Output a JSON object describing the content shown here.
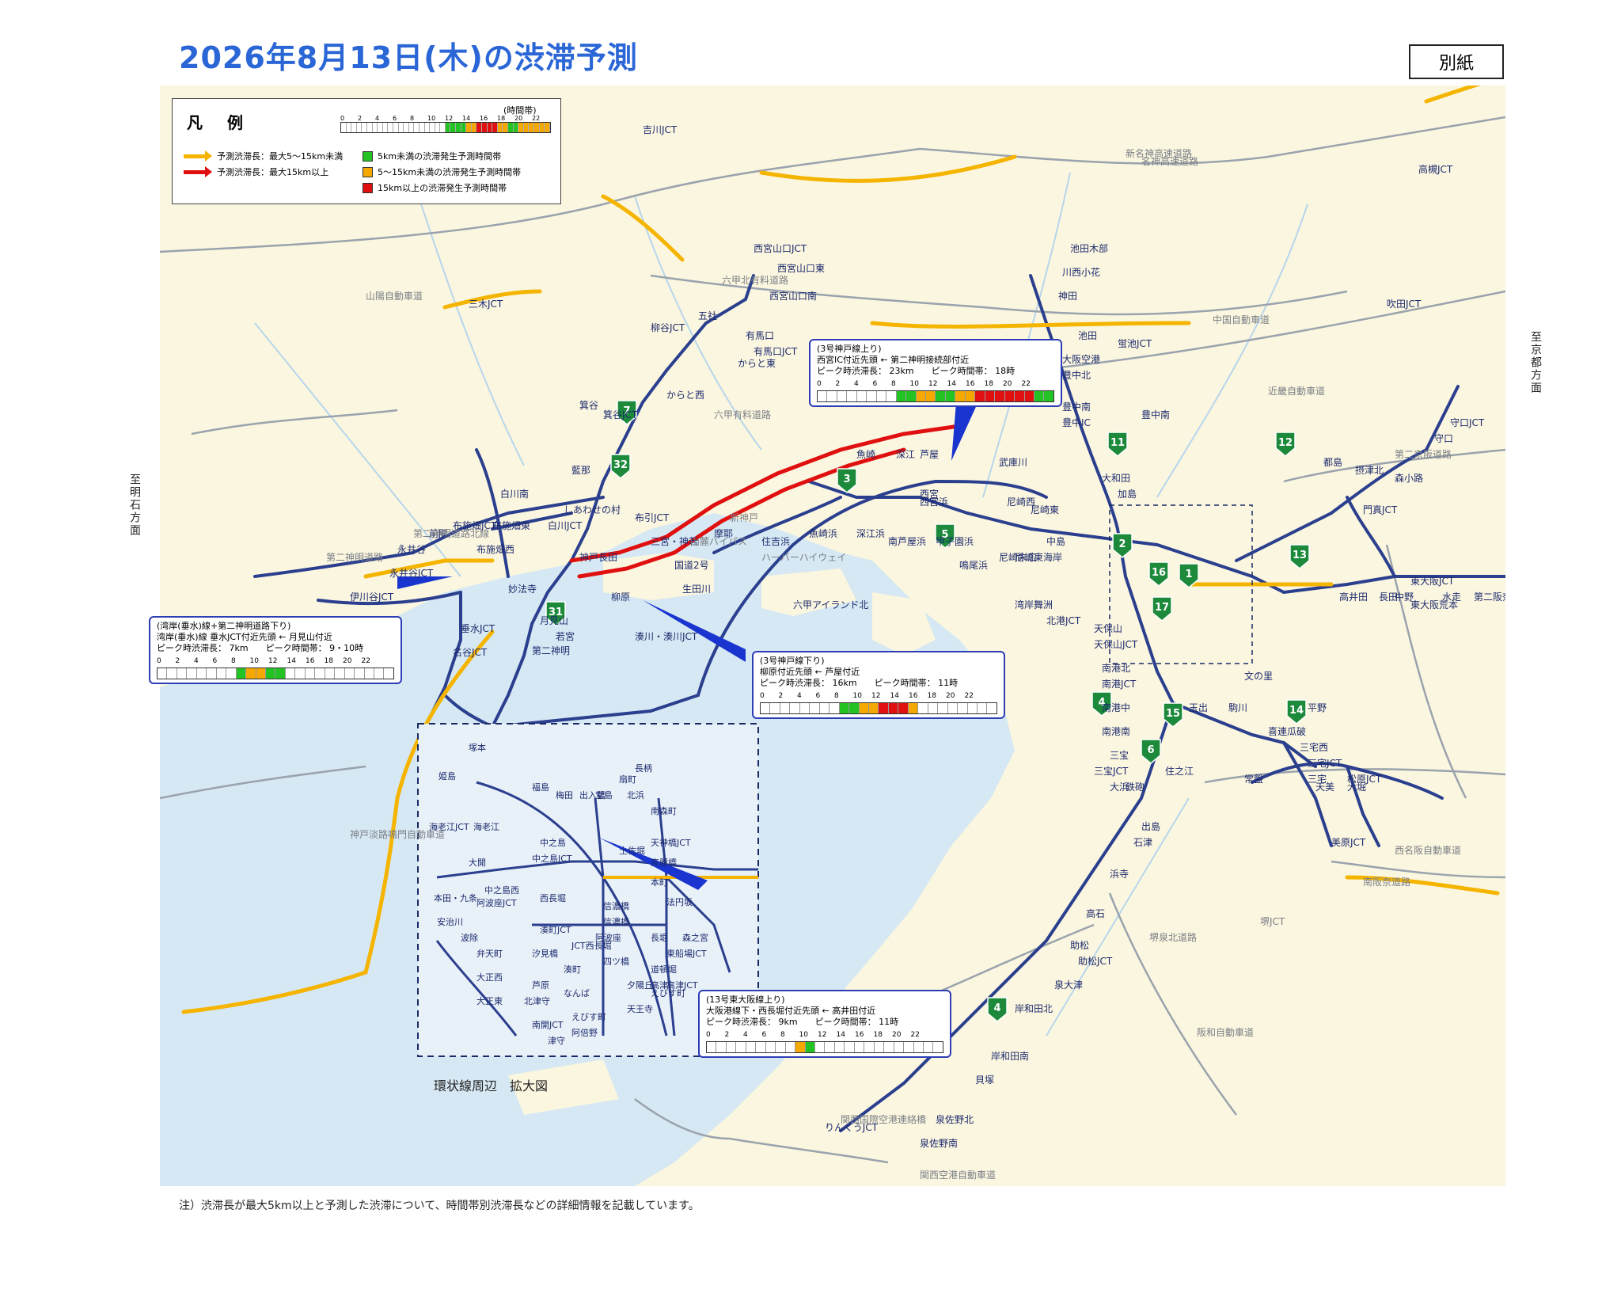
{
  "header": {
    "title": "2026年8月13日(木)の渋滞予測",
    "attachment": "別紙"
  },
  "side_labels": {
    "left": "至明石方面",
    "right": "至京都方面"
  },
  "legend": {
    "title": "凡 例",
    "hours_label": "(時間帯)",
    "hours": [
      "0",
      "2",
      "4",
      "6",
      "8",
      "10",
      "12",
      "14",
      "16",
      "18",
      "20",
      "22"
    ],
    "sample_cells": [
      "w",
      "w",
      "w",
      "w",
      "w",
      "w",
      "w",
      "w",
      "w",
      "w",
      "w",
      "w",
      "w",
      "w",
      "w",
      "w",
      "w",
      "w",
      "w",
      "w",
      "g",
      "g",
      "g",
      "g",
      "o",
      "o",
      "r",
      "r",
      "r",
      "r",
      "o",
      "o",
      "g",
      "g",
      "o",
      "o",
      "o",
      "o",
      "o",
      "o"
    ],
    "arrow_items": [
      {
        "color": "#f5b400",
        "label": "予測渋滞長：最大5～15km未満"
      },
      {
        "color": "#e01010",
        "label": "予測渋滞長：最大15km以上"
      }
    ],
    "box_items": [
      {
        "color": "#22c322",
        "label": "5km未満の渋滞発生予測時間帯"
      },
      {
        "color": "#f5a800",
        "label": "5～15km未満の渋滞発生予測時間帯"
      },
      {
        "color": "#e01010",
        "label": "15km以上の渋滞発生予測時間帯"
      }
    ]
  },
  "callouts": [
    {
      "id": "kobe-up",
      "lines": [
        "(3号神戸線上り)",
        "西宮IC付近先頭 ← 第二神明接続部付近",
        "ピーク時渋滞長： 23km　　ピーク時間帯： 18時"
      ],
      "cells": [
        "w",
        "w",
        "w",
        "w",
        "w",
        "w",
        "w",
        "w",
        "g",
        "g",
        "o",
        "o",
        "g",
        "g",
        "o",
        "o",
        "r",
        "r",
        "r",
        "r",
        "r",
        "r",
        "g",
        "g"
      ]
    },
    {
      "id": "kobe-down",
      "lines": [
        "(3号神戸線下り)",
        "柳原付近先頭 ← 芦屋付近",
        "ピーク時渋滞長： 16km　　ピーク時間帯： 11時"
      ],
      "cells": [
        "w",
        "w",
        "w",
        "w",
        "w",
        "w",
        "w",
        "w",
        "g",
        "g",
        "o",
        "o",
        "r",
        "r",
        "r",
        "o",
        "w",
        "w",
        "w",
        "w",
        "w",
        "w",
        "w",
        "w"
      ]
    },
    {
      "id": "wangan",
      "lines": [
        "(湾岸(垂水)線+第二神明道路下り)",
        "湾岸(垂水)線 垂水JCT付近先頭 ← 月見山付近",
        "ピーク時渋滞長： 7km　　ピーク時間帯： 9・10時"
      ],
      "cells": [
        "w",
        "w",
        "w",
        "w",
        "w",
        "w",
        "w",
        "w",
        "g",
        "o",
        "o",
        "g",
        "g",
        "w",
        "w",
        "w",
        "w",
        "w",
        "w",
        "w",
        "w",
        "w",
        "w",
        "w"
      ]
    },
    {
      "id": "higashiosaka-up",
      "lines": [
        "(13号東大阪線上り)",
        "大阪港線下・西長堀付近先頭 ← 高井田付近",
        "ピーク時渋滞長： 9km　　ピーク時間帯： 11時"
      ],
      "cells": [
        "w",
        "w",
        "w",
        "w",
        "w",
        "w",
        "w",
        "w",
        "w",
        "o",
        "g",
        "w",
        "w",
        "w",
        "w",
        "w",
        "w",
        "w",
        "w",
        "w",
        "w",
        "w",
        "w",
        "w"
      ]
    }
  ],
  "route_numbers": [
    {
      "n": "7"
    },
    {
      "n": "32"
    },
    {
      "n": "31"
    },
    {
      "n": "3"
    },
    {
      "n": "5"
    },
    {
      "n": "11"
    },
    {
      "n": "12"
    },
    {
      "n": "2"
    },
    {
      "n": "16"
    },
    {
      "n": "1"
    },
    {
      "n": "13"
    },
    {
      "n": "17"
    },
    {
      "n": "4"
    },
    {
      "n": "15"
    },
    {
      "n": "6"
    },
    {
      "n": "14"
    },
    {
      "n": "4"
    }
  ],
  "place_labels": [
    "池田木部",
    "川西小花",
    "神田",
    "池田",
    "蛍池JCT",
    "大阪空港",
    "豊中北",
    "豊中南",
    "豊中IC",
    "豊中南",
    "加島",
    "大和田",
    "西宮山口JCT",
    "西宮山口東",
    "西宮山口南",
    "柳谷JCT",
    "五社",
    "有馬口",
    "有馬口JCT",
    "からと東",
    "からと西",
    "箕谷",
    "箕谷JCT",
    "藍那",
    "しあわせの村",
    "白川JCT",
    "白川南",
    "布施畑東",
    "布施畑西",
    "布施畑JCT",
    "前開",
    "永井谷",
    "永井谷JCT",
    "伊川谷JCT",
    "妙法寺",
    "月見山",
    "垂水JCT",
    "名谷JCT",
    "第二神明",
    "若宮",
    "湊川・湊川JCT",
    "柳原",
    "神戸長田",
    "布引JCT",
    "三宮・神若",
    "国道2号",
    "生田川",
    "摩耶",
    "住吉浜",
    "魚崎浜",
    "深江浜",
    "南芦屋浜",
    "甲子園浜",
    "鳴尾浜",
    "西宮浜",
    "西宮",
    "芦屋",
    "深江",
    "魚崎",
    "六甲アイランド北",
    "武庫川",
    "尼崎西",
    "尼崎東",
    "尼崎東海岸",
    "尼崎末広",
    "中島",
    "湾岸舞洲",
    "北港JCT",
    "天保山",
    "天保山JCT",
    "南港北",
    "南港JCT",
    "南港中",
    "南港南",
    "三宝",
    "三宝JCT",
    "大浜",
    "鉄砲",
    "住之江",
    "玉出",
    "駒川",
    "文の里",
    "喜連瓜破",
    "平野",
    "三宅西",
    "三宅JCT",
    "松原JCT",
    "天美",
    "大堀",
    "三宅",
    "常盤",
    "出島",
    "石津",
    "浜寺",
    "高石",
    "助松",
    "助松JCT",
    "泉大津",
    "岸和田北",
    "岸和田南",
    "貝塚",
    "泉佐野北",
    "泉佐野南",
    "りんくうJCT",
    "高井田",
    "長田",
    "中野",
    "東大阪JCT",
    "東大阪荒本",
    "水走",
    "第二阪奈",
    "守口JCT",
    "守口",
    "摂津北",
    "森小路",
    "門真JCT",
    "都島",
    "吉川JCT",
    "三木JCT",
    "高槻JCT",
    "吹田JCT",
    "美原JCT",
    "堺JCT",
    "近畿自動車道",
    "中国自動車道",
    "名神高速道路",
    "新名神高速道路",
    "山陽自動車道",
    "第二神明道路北線",
    "第二神明道路",
    "第二京阪道路",
    "西名阪自動車道",
    "南阪奈道路",
    "阪和自動車道",
    "堺泉北道路",
    "関西国際空港連絡橋",
    "関西空港自動車道",
    "神戸淡路鳴門自動車道",
    "六甲北有料道路",
    "六甲有料道路",
    "山麓バイパス",
    "ハーバーハイウェイ",
    "新神戸"
  ],
  "inset": {
    "caption": "環状線周辺　拡大図",
    "labels": [
      "塚本",
      "姫島",
      "海老江JCT",
      "海老江",
      "大開",
      "中之島西",
      "阿波座JCT",
      "本田・九条",
      "安治川",
      "弁天町",
      "波除",
      "大正西",
      "大正東",
      "北津守",
      "汐見橋",
      "湊町JCT",
      "湊町",
      "芦原",
      "なんば",
      "えびす町",
      "南開JCT",
      "津守",
      "阿倍野",
      "天王寺",
      "夕陽丘",
      "えびす町",
      "福島",
      "梅田",
      "出入橋",
      "堂島",
      "北浜",
      "扇町",
      "長柄",
      "南森町",
      "中之島",
      "中之島JCT",
      "土佐堀",
      "天神橋JCT",
      "高麗橋",
      "本町",
      "法円坂",
      "信濃橋",
      "西長堀",
      "信濃橋",
      "長堀",
      "森之宮",
      "東船場JCT",
      "道頓堀",
      "高津",
      "高津JCT",
      "四ツ橋",
      "阿波座",
      "JCT西長堀"
    ]
  },
  "footnote": "注）渋滞長が最大5km以上と予測した渋滞について、時間帯別渋滞長などの詳細情報を記載しています。"
}
